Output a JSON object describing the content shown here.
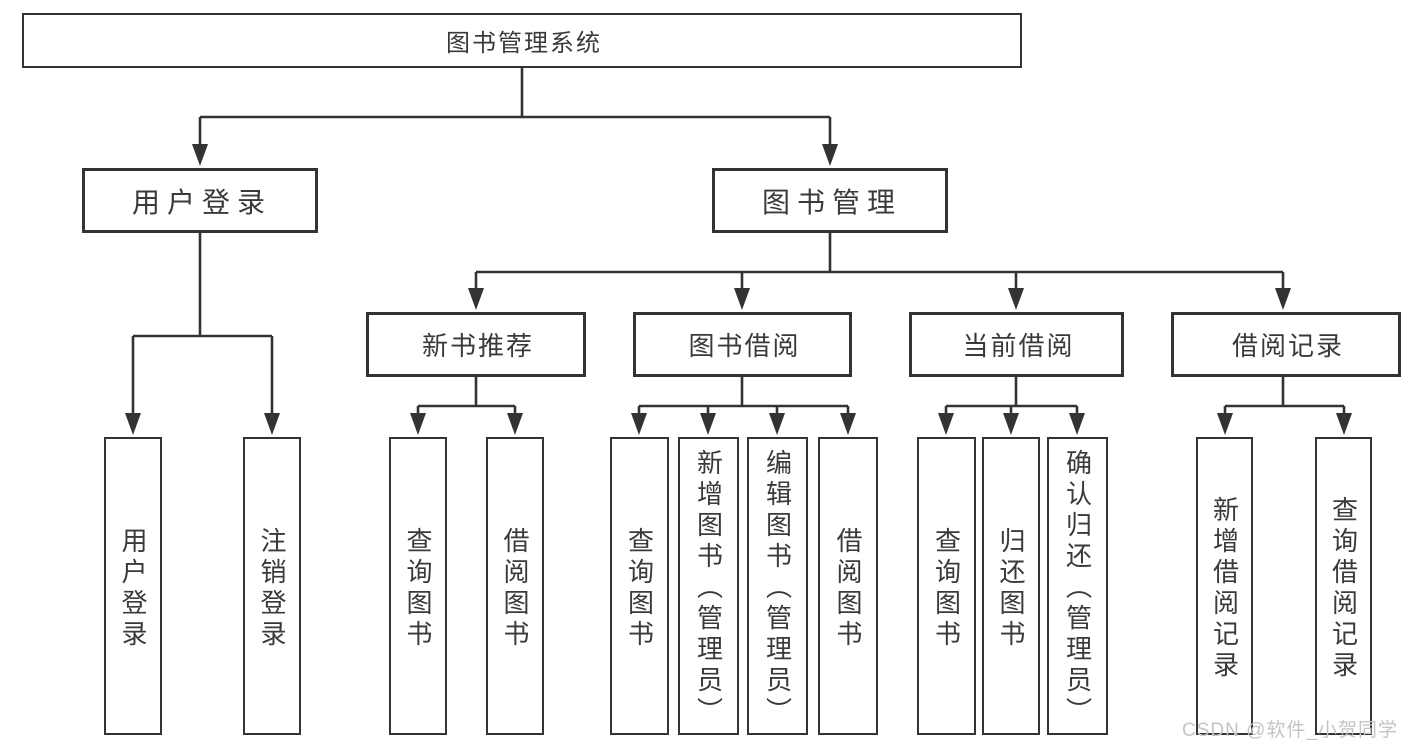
{
  "colors": {
    "line": "#333333",
    "box_border": "#333333",
    "box_bg": "#ffffff",
    "text": "#3a3a3a",
    "watermark": "#c6c3c3",
    "background": "#ffffff"
  },
  "watermark": "CSDN @软件_小贺同学",
  "tree": {
    "root": {
      "label": "图书管理系统",
      "children": [
        {
          "label": "用户登录",
          "children": [
            {
              "label": "用户登录"
            },
            {
              "label": "注销登录"
            }
          ]
        },
        {
          "label": "图书管理",
          "children": [
            {
              "label": "新书推荐",
              "children": [
                {
                  "label": "查询图书"
                },
                {
                  "label": "借阅图书"
                }
              ]
            },
            {
              "label": "图书借阅",
              "children": [
                {
                  "label": "查询图书"
                },
                {
                  "label": "新增图书（管理员）"
                },
                {
                  "label": "编辑图书（管理员）"
                },
                {
                  "label": "借阅图书"
                }
              ]
            },
            {
              "label": "当前借阅",
              "children": [
                {
                  "label": "查询图书"
                },
                {
                  "label": "归还图书"
                },
                {
                  "label": "确认归还（管理员）"
                }
              ]
            },
            {
              "label": "借阅记录",
              "children": [
                {
                  "label": "新增借阅记录"
                },
                {
                  "label": "查询借阅记录"
                }
              ]
            }
          ]
        }
      ]
    }
  }
}
